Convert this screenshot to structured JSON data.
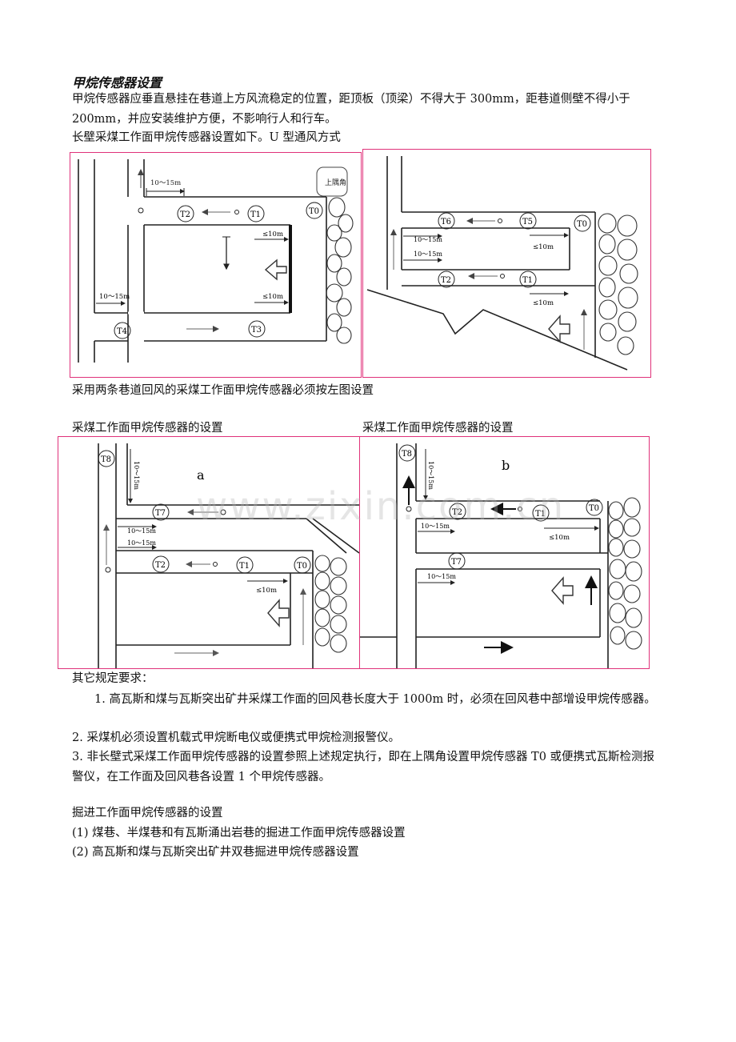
{
  "heading": "甲烷传感器设置",
  "intro_p1": "甲烷传感器应垂直悬挂在巷道上方风流稳定的位置，距顶板（顶梁）不得大于 300mm，距巷道侧壁不得小于 200mm，并应安装维护方便，不影响行人和行车。",
  "intro_p2": "长壁采煤工作面甲烷传感器设置如下。U 型通风方式",
  "caption_two_returns": "采用两条巷道回风的采煤工作面甲烷传感器必须按左图设置",
  "caption_a": "采煤工作面甲烷传感器的设置",
  "caption_b": "采煤工作面甲烷传感器的设置",
  "fig_labels": {
    "T0": "T0",
    "T1": "T1",
    "T2": "T2",
    "T3": "T3",
    "T4": "T4",
    "T5": "T5",
    "T6": "T6",
    "T7": "T7",
    "T8": "T8",
    "d10_15": "10～15m",
    "le10": "≤10m",
    "a": "a",
    "b": "b",
    "note": "上隅角"
  },
  "watermark": "www.zixin.com.cn",
  "other_title": "其它规定要求：",
  "rules": [
    "1.   高瓦斯和煤与瓦斯突出矿井采煤工作面的回风巷长度大于 1000m 时，必须在回风巷中部增设甲烷传感器。",
    "2. 采煤机必须设置机载式甲烷断电仪或便携式甲烷检测报警仪。",
    "3. 非长壁式采煤工作面甲烷传感器的设置参照上述规定执行，即在上隅角设置甲烷传感器 T0 或便携式瓦斯检测报警仪，在工作面及回风巷各设置 1 个甲烷传感器。"
  ],
  "heading_excavation": "掘进工作面甲烷传感器的设置",
  "excavation_items": [
    "(1)  煤巷、半煤巷和有瓦斯涌出岩巷的掘进工作面甲烷传感器设置",
    "(2)  高瓦斯和煤与瓦斯突出矿井双巷掘进甲烷传感器设置"
  ]
}
